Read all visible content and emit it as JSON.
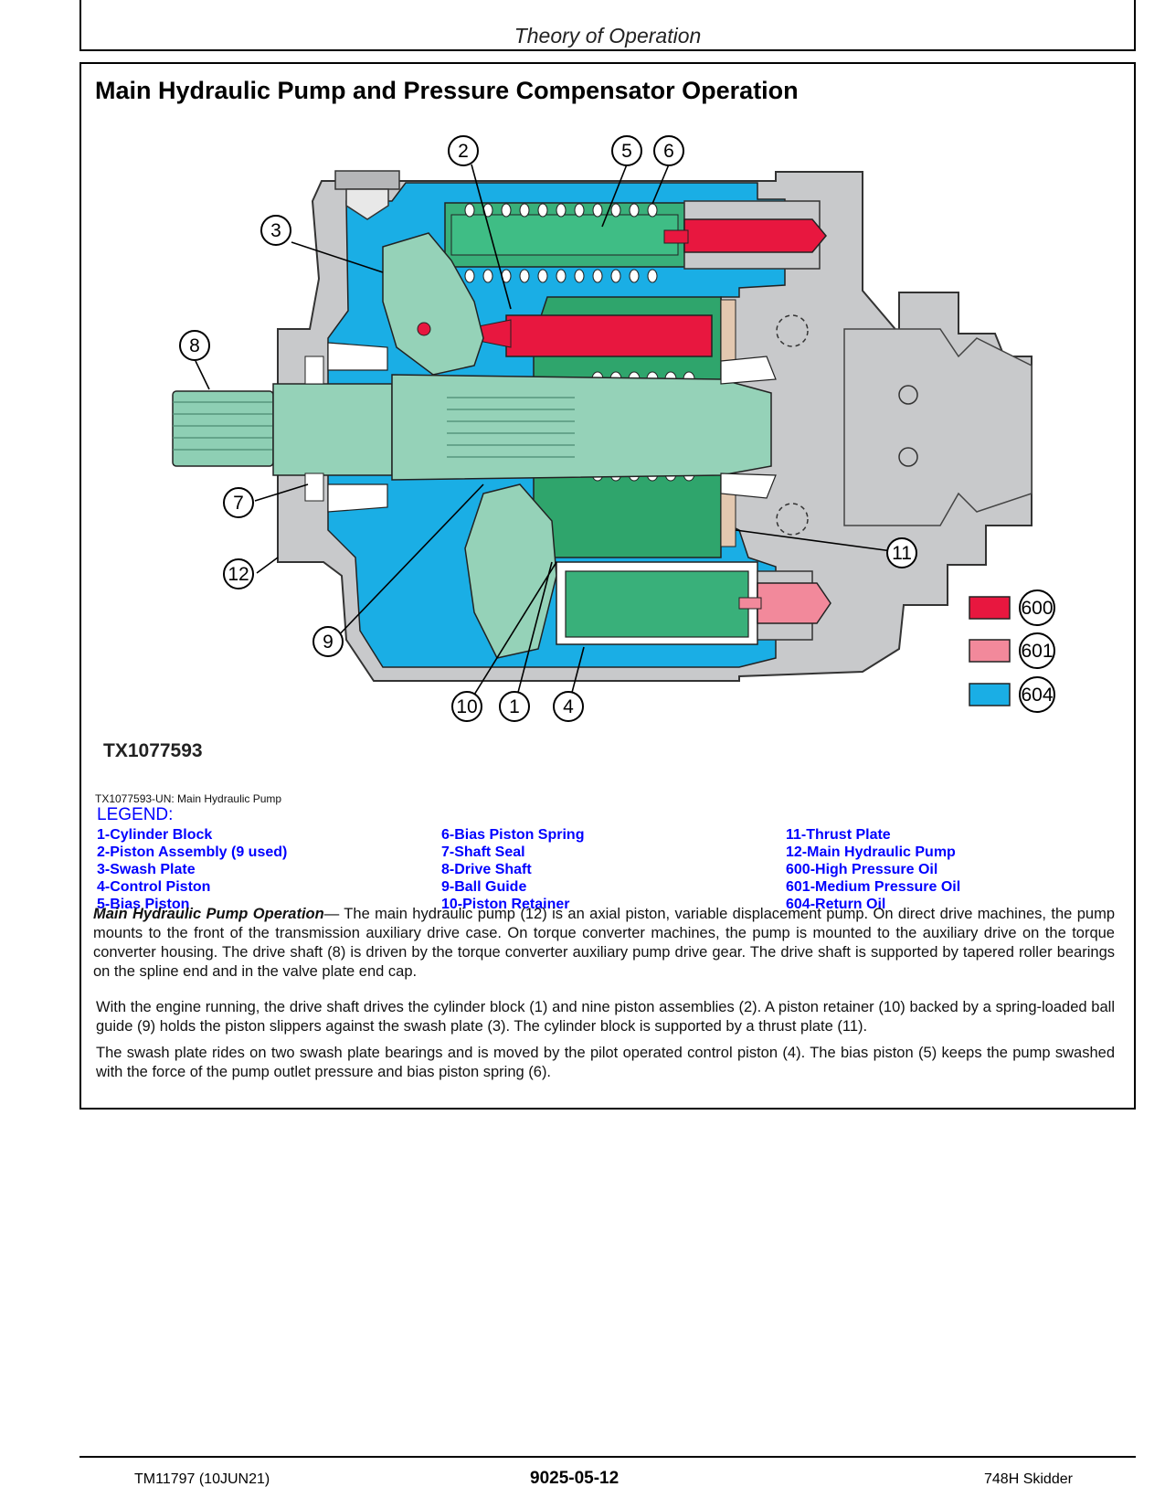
{
  "header": {
    "section": "Theory of Operation"
  },
  "title": "Main Hydraulic Pump and Pressure Compensator Operation",
  "figure": {
    "id": "TX1077593",
    "caption": "TX1077593-UN: Main Hydraulic Pump",
    "callouts": [
      "1",
      "2",
      "3",
      "4",
      "5",
      "6",
      "7",
      "8",
      "9",
      "10",
      "11",
      "12"
    ],
    "color_key": [
      {
        "code": "600",
        "color": "#e8173f"
      },
      {
        "code": "601",
        "color": "#f2899b"
      },
      {
        "code": "604",
        "color": "#1aaee5"
      }
    ]
  },
  "legend": {
    "title": "LEGEND:",
    "items": [
      "1-Cylinder Block",
      "2-Piston Assembly (9 used)",
      "3-Swash Plate",
      "4-Control Piston",
      "5-Bias Piston",
      "6-Bias Piston Spring",
      "7-Shaft Seal",
      "8-Drive Shaft",
      "9-Ball Guide",
      "10-Piston Retainer",
      "11-Thrust Plate",
      "12-Main Hydraulic Pump",
      "600-High Pressure Oil",
      "601-Medium Pressure Oil",
      "604-Return Oil"
    ]
  },
  "body": {
    "p1_lead": "Main Hydraulic Pump Operation",
    "p1_text": "— The main hydraulic pump (12) is an axial piston, variable displacement pump. On direct drive machines, the pump mounts to the front of the transmission auxiliary drive case. On torque converter machines, the pump is mounted to the auxiliary drive on the torque converter housing. The drive shaft (8) is driven by the torque converter auxiliary pump drive gear. The drive shaft is supported by tapered roller bearings on the spline end and in the valve plate end cap.",
    "p2": "With the engine running, the drive shaft drives the cylinder block (1) and nine piston assemblies (2). A piston retainer (10) backed by a spring-loaded ball guide (9) holds the piston slippers against the swash plate (3). The cylinder block is supported by a thrust plate (11).",
    "p3": "The swash plate rides on two swash plate bearings and is moved by the pilot operated control piston (4). The bias piston (5) keeps the pump swashed with the force of the pump outlet pressure and bias piston spring (6)."
  },
  "footer": {
    "left": "TM11797 (10JUN21)",
    "center": "9025-05-12",
    "right": "748H Skidder"
  }
}
